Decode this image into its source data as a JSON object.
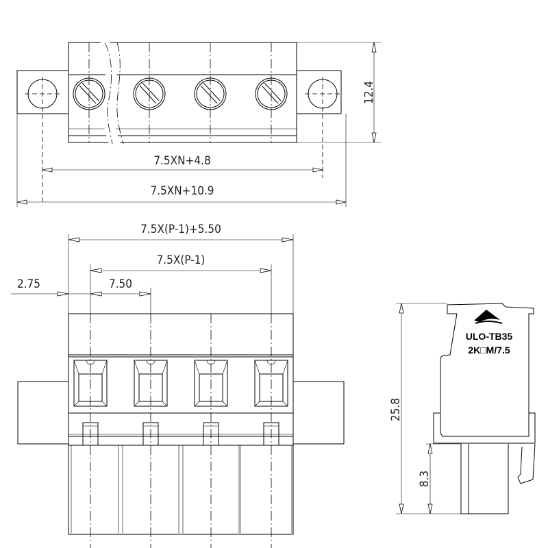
{
  "top_view": {
    "dim_height": "12.4",
    "dim_mount_pitch": "7.5XN+4.8",
    "dim_overall": "7.5XN+10.9"
  },
  "front_view": {
    "dim_overall": "7.5X(P-1)+5.50",
    "dim_pins_span": "7.5X(P-1)",
    "dim_edge": "2.75",
    "dim_pitch": "7.50"
  },
  "side_view": {
    "dim_height": "25.8",
    "dim_base": "8.3",
    "label_line1": "ULO-TB35",
    "label_line2": "2K□M/7.5",
    "logo": "triangle-wave-logo"
  }
}
